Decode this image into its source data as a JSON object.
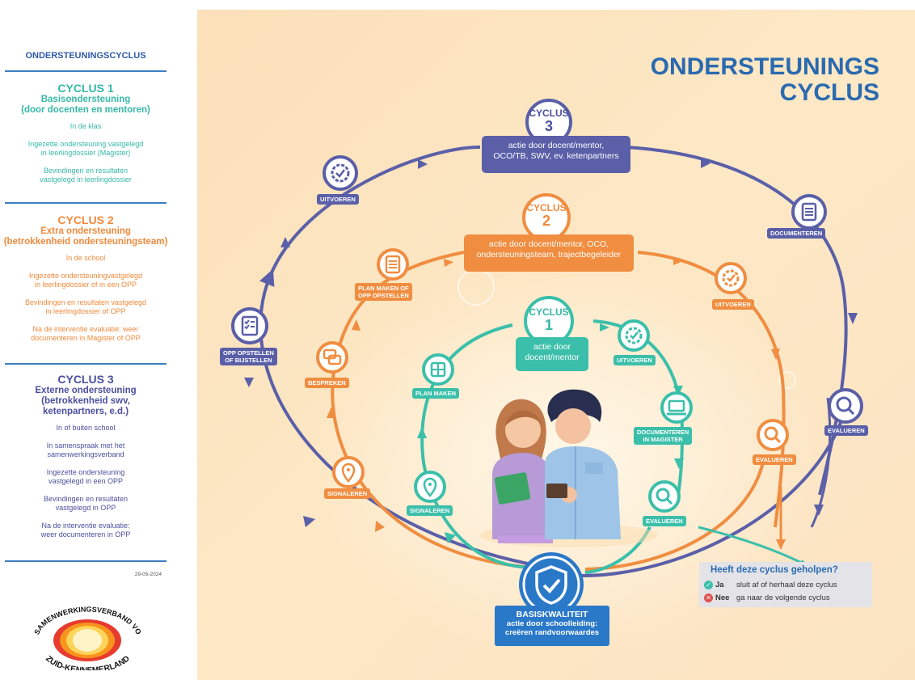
{
  "sidebar": {
    "title": "ONDERSTEUNINGSCYCLUS",
    "c1": {
      "cyclus": "CYCLUS 1",
      "sub1": "Basisondersteuning",
      "sub2": "(door docenten en mentoren)",
      "items": [
        "In de klas",
        "Ingezette ondersteuning vastgelegd\nin leerlingdossier (Magister)",
        "Bevindingen en resultaten\nvastgelegd in leerlingdossier"
      ]
    },
    "c2": {
      "cyclus": "CYCLUS 2",
      "sub1": "Extra ondersteuning",
      "sub2": "(betrokkenheid ondersteuningsteam)",
      "items": [
        "In de school",
        "Ingezette ondersteuningvastgelegd\nin leerlingdossier of in een OPP",
        "Bevindingen en resultaten vastgelegd\nin leerlingdossier of OPP",
        "Na de interventie evaluatie: weer\ndocumenteren in Magister of OPP"
      ]
    },
    "c3": {
      "cyclus": "CYCLUS 3",
      "sub1": "Externe ondersteuning",
      "sub2": "(betrokkenheid swv,\nketenpartners, e.d.)",
      "items": [
        "In of buiten school",
        "In samenspraak met het\nsamenwerkingsverband",
        "Ingezette ondersteuning\nvastgelegd in een OPP",
        "Bevindingen en resultaten\nvastgelegd in OPP",
        "Na de interventie evaluatie:\nweer documenteren in OPP"
      ]
    },
    "date": "29-05-2024",
    "logo_text_top": "SAMENWERKINGSVERBAND VO",
    "logo_text_bottom": "ZUID-KENNEMERLAND"
  },
  "title": {
    "line1": "ONDERSTEUNINGS",
    "line2": "CYCLUS"
  },
  "cycle3": {
    "cyclus": "CYCLUS",
    "num": "3",
    "box": "actie door docent/mentor,\nOCO/TB, SWV, ev. ketenpartners",
    "steps": [
      "UITVOEREN",
      "DOCUMENTEREN",
      "EVALUEREN",
      "OPP OPSTELLEN\nOF BIJSTELLEN"
    ]
  },
  "cycle2": {
    "cyclus": "CYCLUS",
    "num": "2",
    "box": "actie door docent/mentor, OCO,\nondersteuningsteam, trajectbegeleider",
    "steps": [
      "PLAN MAKEN OF\nOPP OPSTELLEN",
      "UITVOEREN",
      "EVALUEREN",
      "SIGNALEREN",
      "BESPREKEN"
    ]
  },
  "cycle1": {
    "cyclus": "CYCLUS",
    "num": "1",
    "box": "actie door\ndocent/mentor",
    "steps": [
      "UITVOEREN",
      "DOCUMENTEREN\nIN MAGISTER",
      "EVALUEREN",
      "SIGNALEREN",
      "PLAN MAKEN"
    ]
  },
  "basis": {
    "title": "BASISKWALITEIT",
    "line1": "actie door schoolleiding:",
    "line2": "creëren randvoorwaardes"
  },
  "legend": {
    "question": "Heeft deze cyclus geholpen?",
    "yes": "Ja",
    "yes_text": "sluit af of herhaal deze cyclus",
    "no": "Nee",
    "no_text": "ga naar de volgende cyclus"
  },
  "colors": {
    "purple": "#5a5fa8",
    "orange": "#f08d40",
    "teal": "#3bbfaa",
    "blue": "#2a78c8"
  }
}
